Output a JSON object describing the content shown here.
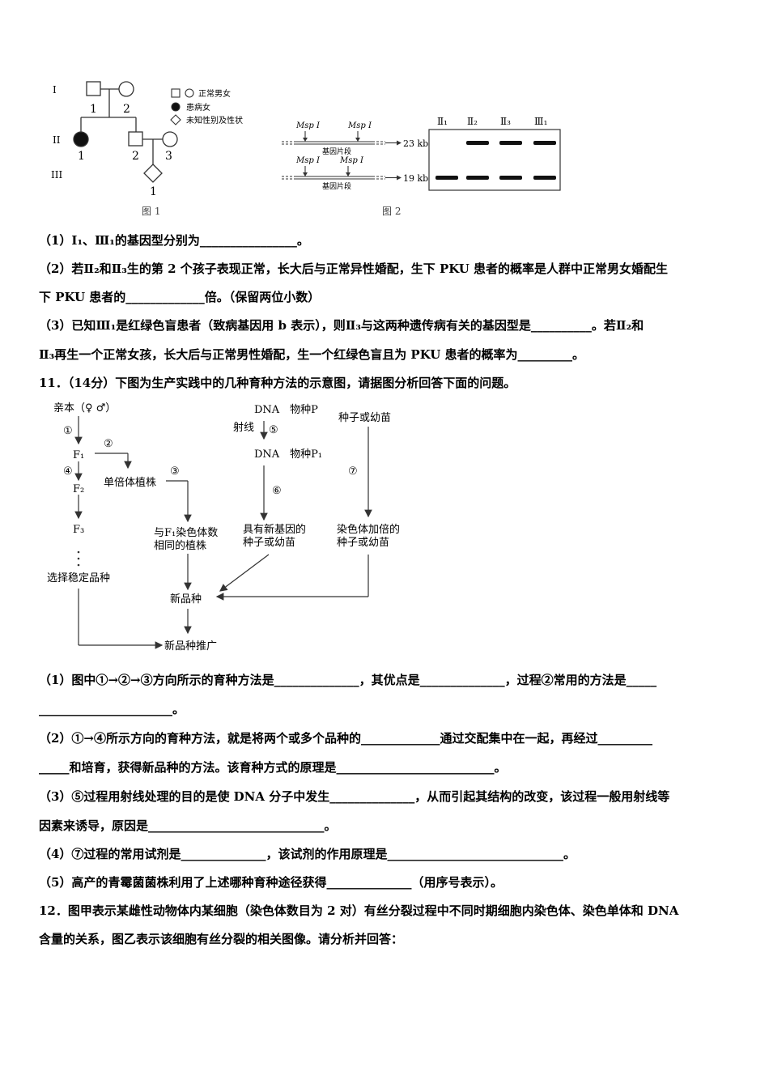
{
  "fig1": {
    "gen_labels": [
      "I",
      "II",
      "III"
    ],
    "individual_numbers": {
      "I1": "1",
      "I2": "2",
      "II1": "1",
      "II2": "2",
      "II3": "3",
      "III1": "1"
    },
    "legend": [
      "正常男女",
      "患病女",
      "未知性别及性状"
    ],
    "caption": "图 1"
  },
  "fig2": {
    "enzyme": "Msp Ⅰ",
    "fragment_label": "基因片段",
    "sizes": [
      "23 kb",
      "19 kb"
    ],
    "lanes": [
      {
        "label": "Ⅱ₁",
        "has_23": false,
        "has_19": true
      },
      {
        "label": "Ⅱ₂",
        "has_23": true,
        "has_19": true
      },
      {
        "label": "Ⅱ₃",
        "has_23": true,
        "has_19": true
      },
      {
        "label": "Ⅲ₁",
        "has_23": true,
        "has_19": true
      }
    ],
    "caption": "图 2"
  },
  "q10": {
    "p1": "（1）I₁、Ⅲ₁的基因型分别为________________。",
    "p2a": "（2）若Ⅱ₂和Ⅱ₃生的第 2 个孩子表现正常，长大后与正常异性婚配，生下 PKU 患者的概率是人群中正常男女婚配生",
    "p2b": "下 PKU 患者的_____________倍。（保留两位小数）",
    "p3a": "（3）已知Ⅲ₁是红绿色盲患者（致病基因用 b 表示），则Ⅱ₃与这两种遗传病有关的基因型是__________。若Ⅱ₂和",
    "p3b": "Ⅱ₃再生一个正常女孩，长大后与正常男性婚配，生一个红绿色盲且为 PKU 患者的概率为_________。"
  },
  "q11": {
    "title": "11．（14分）下图为生产实践中的几种育种方法的示意图，请据图分析回答下面的问题。",
    "diagram": {
      "parents": "亲本（♀ ♂）",
      "n1": "①",
      "n2": "②",
      "n3": "③",
      "n4": "④",
      "n5": "⑤",
      "n6": "⑥",
      "n7": "⑦",
      "F1": "F₁",
      "F2": "F₂",
      "F3": "F₃",
      "select": "选择稳定品种",
      "haploid": "单倍体植株",
      "same_chrom_1": "与F₁染色体数",
      "same_chrom_2": "相同的植株",
      "dna_p": "DNA　物种P",
      "ray": "射线",
      "dna_p1": "DNA　物种P₁",
      "new_gene_1": "具有新基因的",
      "new_gene_2": "种子或幼苗",
      "seed": "种子或幼苗",
      "double_1": "染色体加倍的",
      "double_2": "种子或幼苗",
      "new_variety": "新品种",
      "promote": "新品种推广"
    },
    "p1a": "（1）图中①→②→③方向所示的育种方法是______________，其优点是______________，过程②常用的方法是_____",
    "p1b": "______________________。",
    "p2a": "（2）①→④所示方向的育种方法，就是将两个或多个品种的_____________通过交配集中在一起，再经过_________",
    "p2b": "_____和培育，获得新品种的方法。该育种方式的原理是__________________________。",
    "p3a": "（3）⑤过程用射线处理的目的是使 DNA 分子中发生______________，从而引起其结构的改变，该过程一般用射线等",
    "p3b": "因素来诱导，原因是_____________________________。",
    "p4": "（4）⑦过程的常用试剂是______________，该试剂的作用原理是_____________________________。",
    "p5": "（5）高产的青霉菌菌株利用了上述哪种育种途径获得______________（用序号表示）。"
  },
  "q12": {
    "a": "12．图甲表示某雌性动物体内某细胞（染色体数目为 2 对）有丝分裂过程中不同时期细胞内染色体、染色单体和 DNA",
    "b": "含量的关系，图乙表示该细胞有丝分裂的相关图像。请分析并回答："
  }
}
